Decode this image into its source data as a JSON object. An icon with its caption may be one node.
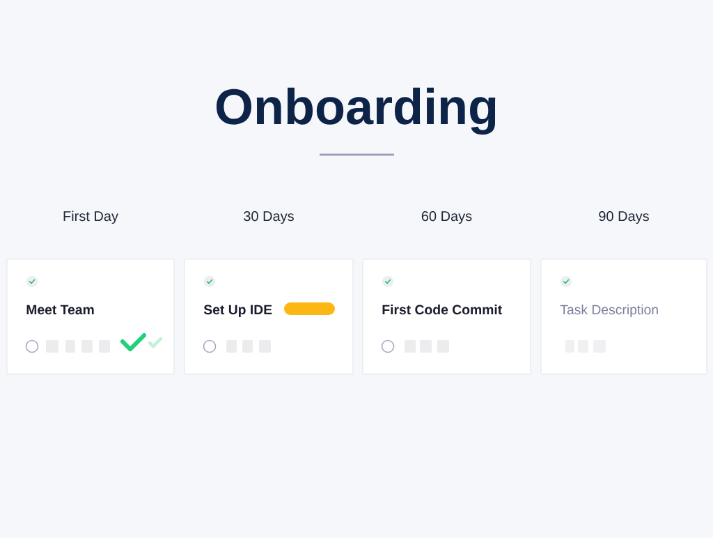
{
  "diagram": {
    "title": "Onboarding",
    "nodes": [
      {
        "text": [
          "Meet Team"
        ],
        "beside": [
          "First Day"
        ]
      },
      {
        "text": [
          "Set Up IDE"
        ],
        "beside": [
          "30 Days"
        ]
      },
      {
        "text": [
          "First Code Commit"
        ],
        "beside": [
          "60 Days"
        ]
      },
      {
        "text": [
          "Task Description"
        ],
        "beside": [
          "90 Days"
        ]
      }
    ]
  }
}
